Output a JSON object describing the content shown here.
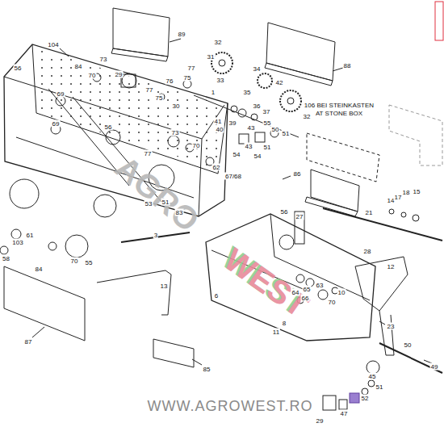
{
  "diagram": {
    "labels": [
      "89",
      "32",
      "31",
      "104",
      "56",
      "84",
      "73",
      "70",
      "29",
      "77",
      "75",
      "76",
      "77",
      "75",
      "33",
      "34",
      "42",
      "88",
      "69",
      "1",
      "35",
      "36",
      "37",
      "53",
      "32",
      "30",
      "41",
      "40",
      "39",
      "43",
      "55",
      "50",
      "51",
      "106 BEI STEINKASTEN",
      "AT STONE BOX",
      "69",
      "56",
      "73",
      "70",
      "77",
      "54",
      "43",
      "54",
      "51",
      "62",
      "67/68",
      "86",
      "53",
      "51",
      "83",
      "14",
      "17",
      "18",
      "15",
      "21",
      "56",
      "27",
      "61",
      "103",
      "58",
      "84",
      "70",
      "55",
      "3",
      "28",
      "12",
      "13",
      "6",
      "63",
      "65",
      "64",
      "66",
      "70",
      "10",
      "11",
      "8",
      "23",
      "87",
      "85",
      "50",
      "49",
      "45",
      "51",
      "52",
      "47",
      "29",
      "AGRO",
      "WEST",
      "WWW.AGROWEST.RO"
    ]
  }
}
